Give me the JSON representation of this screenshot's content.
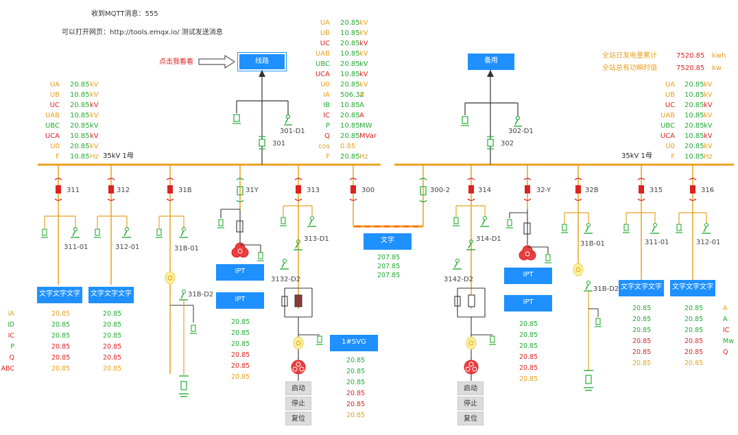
{
  "header": {
    "mqtt_label": "收到MQTT消息：555",
    "open_hint": "可以打开网页：http://tools.emqx.io/  测试发送消息"
  },
  "colors": {
    "bus": "#e8a020",
    "green": "#22aa33",
    "red": "#dd2222",
    "orange": "#e8a020",
    "blue": "#1e90ff",
    "dark": "#333333"
  },
  "top": {
    "line_button": "线路",
    "standby_button": "备用",
    "click_hint": "点击我看看"
  },
  "left_meas": [
    {
      "name": "UA",
      "value": "20.85",
      "unit": "kV",
      "color": "#e8a020"
    },
    {
      "name": "UB",
      "value": "10.85",
      "unit": "kV",
      "color": "#e8a020"
    },
    {
      "name": "UC",
      "value": "20.85",
      "unit": "kV",
      "color": "#dd2222"
    },
    {
      "name": "UAB",
      "value": "10.85",
      "unit": "kV",
      "color": "#e8a020"
    },
    {
      "name": "UBC",
      "value": "20.85",
      "unit": "kV",
      "color": "#22aa33"
    },
    {
      "name": "UCA",
      "value": "10.85",
      "unit": "kV",
      "color": "#dd2222"
    },
    {
      "name": "U0",
      "value": "20.85",
      "unit": "kV",
      "color": "#e8a020"
    },
    {
      "name": "F",
      "value": "10.85",
      "unit": "Hz",
      "color": "#e8a020"
    }
  ],
  "center_meas": [
    {
      "name": "UA",
      "value": "20.85",
      "unit": "kV",
      "color": "#e8a020"
    },
    {
      "name": "UB",
      "value": "10.85",
      "unit": "kV",
      "color": "#e8a020"
    },
    {
      "name": "UC",
      "value": "20.85",
      "unit": "kV",
      "color": "#dd2222"
    },
    {
      "name": "UAB",
      "value": "10.85",
      "unit": "kV",
      "color": "#e8a020"
    },
    {
      "name": "UBC",
      "value": "20.85",
      "unit": "kV",
      "color": "#22aa33"
    },
    {
      "name": "UCA",
      "value": "10.85",
      "unit": "kV",
      "color": "#dd2222"
    },
    {
      "name": "U0",
      "value": "20.85",
      "unit": "kV",
      "color": "#e8a020"
    },
    {
      "name": "IA",
      "value": "506.32",
      "unit": "A",
      "color": "#e8a020"
    },
    {
      "name": "IB",
      "value": "10.85",
      "unit": "A",
      "color": "#22aa33"
    },
    {
      "name": "IC",
      "value": "20.85",
      "unit": "A",
      "color": "#dd2222"
    },
    {
      "name": "P",
      "value": "10.85",
      "unit": "MW",
      "color": "#22aa33"
    },
    {
      "name": "Q",
      "value": "20.85",
      "unit": "MVar",
      "color": "#dd2222"
    },
    {
      "name": "cos",
      "value": "0.85",
      "unit": "",
      "color": "#e8a020"
    },
    {
      "name": "F",
      "value": "20.85",
      "unit": "Hz",
      "color": "#e8a020"
    }
  ],
  "right_meas": [
    {
      "name": "UA",
      "value": "20.85",
      "unit": "kV",
      "color": "#e8a020"
    },
    {
      "name": "UB",
      "value": "10.85",
      "unit": "kV",
      "color": "#e8a020"
    },
    {
      "name": "UC",
      "value": "20.85",
      "unit": "kV",
      "color": "#dd2222"
    },
    {
      "name": "UAB",
      "value": "10.85",
      "unit": "kV",
      "color": "#e8a020"
    },
    {
      "name": "UBC",
      "value": "20.85",
      "unit": "kV",
      "color": "#22aa33"
    },
    {
      "name": "UCA",
      "value": "10.85",
      "unit": "kV",
      "color": "#dd2222"
    },
    {
      "name": "U0",
      "value": "20.85",
      "unit": "kV",
      "color": "#e8a020"
    },
    {
      "name": "F",
      "value": "10.85",
      "unit": "Hz",
      "color": "#e8a020"
    }
  ],
  "station": [
    {
      "label": "全站日发电量累计",
      "value": "7520.85",
      "unit": "kwh"
    },
    {
      "label": "全站总有功瞬时值",
      "value": "7520.85",
      "unit": "kw"
    }
  ],
  "bus_labels": {
    "left": "35kV 1母",
    "right": "35kV 1母"
  },
  "switch_labels": {
    "s301_d1": "301-D1",
    "s301": "301",
    "s302_d1": "302-D1",
    "s302": "302",
    "s311": "311",
    "s312": "312",
    "s31B": "31B",
    "s31Y": "31Y",
    "s313": "313",
    "s300": "300",
    "s300_2": "300-2",
    "s314": "314",
    "s32Y": "32-Y",
    "s32B": "32B",
    "s315": "315",
    "s316": "316",
    "s311_01": "311-01",
    "s312_01": "312-01",
    "s31B_01": "31B-01",
    "s313_d1": "313-D1",
    "s3132_d2": "3132-D2",
    "s31B_d2": "31B-D2",
    "s314_d1": "314-D1",
    "s3142_d2": "3142-D2",
    "s32B_01": "31B-01",
    "s32B_d2": "31B-D2",
    "s315_01": "311-01",
    "s316_01": "312-01"
  },
  "boxes": {
    "text_a": "文字文字文字",
    "text_b": "文字文字文字",
    "ipt1": "IPT",
    "ipt2": "IPT",
    "text_mid": "文字",
    "svg": "1#SVG",
    "ipt3": "IPT",
    "ipt4": "IPT",
    "text_c": "文字文字文字",
    "text_d": "文字文字文字"
  },
  "bottom_left_labels": [
    {
      "text": "IA",
      "color": "#e8a020"
    },
    {
      "text": "ID",
      "color": "#22aa33"
    },
    {
      "text": "IC",
      "color": "#dd2222"
    },
    {
      "text": "P",
      "color": "#22aa33"
    },
    {
      "text": "Q",
      "color": "#dd2222"
    },
    {
      "text": "ABC",
      "color": "#dd2222"
    }
  ],
  "bottom_right_labels": [
    {
      "text": "A",
      "color": "#e8a020"
    },
    {
      "text": "A",
      "color": "#22aa33"
    },
    {
      "text": "IC",
      "color": "#dd2222"
    },
    {
      "text": "Mw",
      "color": "#22aa33"
    },
    {
      "text": "Q",
      "color": "#dd2222"
    }
  ],
  "value_columns": {
    "col_311": [
      {
        "v": "20.85",
        "c": "#e8a020"
      },
      {
        "v": "20.85",
        "c": "#22aa33"
      },
      {
        "v": "20.85",
        "c": "#22aa33"
      },
      {
        "v": "20.85",
        "c": "#dd2222"
      },
      {
        "v": "20.85",
        "c": "#dd2222"
      },
      {
        "v": "20.85",
        "c": "#e8a020"
      }
    ],
    "col_312": [
      {
        "v": "20.85",
        "c": "#22aa33"
      },
      {
        "v": "20.85",
        "c": "#22aa33"
      },
      {
        "v": "20.85",
        "c": "#22aa33"
      },
      {
        "v": "20.85",
        "c": "#dd2222"
      },
      {
        "v": "20.85",
        "c": "#dd2222"
      },
      {
        "v": "20.85",
        "c": "#e8a020"
      }
    ],
    "col_31Y": [
      {
        "v": "20.85",
        "c": "#22aa33"
      },
      {
        "v": "20.85",
        "c": "#22aa33"
      },
      {
        "v": "20.85",
        "c": "#22aa33"
      },
      {
        "v": "20.85",
        "c": "#dd2222"
      },
      {
        "v": "20.85",
        "c": "#dd2222"
      },
      {
        "v": "20.85",
        "c": "#e8a020"
      }
    ],
    "col_mid": [
      {
        "v": "207.85",
        "c": "#22aa33"
      },
      {
        "v": "207.85",
        "c": "#22aa33"
      },
      {
        "v": "207.85",
        "c": "#22aa33"
      }
    ],
    "col_svg": [
      {
        "v": "20.85",
        "c": "#22aa33"
      },
      {
        "v": "20.85",
        "c": "#22aa33"
      },
      {
        "v": "20.85",
        "c": "#22aa33"
      },
      {
        "v": "20.85",
        "c": "#dd2222"
      },
      {
        "v": "20.85",
        "c": "#dd2222"
      },
      {
        "v": "20.85",
        "c": "#e8a020"
      }
    ],
    "col_32Y": [
      {
        "v": "20.85",
        "c": "#22aa33"
      },
      {
        "v": "20.85",
        "c": "#22aa33"
      },
      {
        "v": "20.85",
        "c": "#22aa33"
      },
      {
        "v": "20.85",
        "c": "#dd2222"
      },
      {
        "v": "20.85",
        "c": "#dd2222"
      },
      {
        "v": "20.85",
        "c": "#e8a020"
      }
    ],
    "col_315": [
      {
        "v": "20.85",
        "c": "#22aa33"
      },
      {
        "v": "20.85",
        "c": "#22aa33"
      },
      {
        "v": "20.85",
        "c": "#22aa33"
      },
      {
        "v": "20.85",
        "c": "#dd2222"
      },
      {
        "v": "20.85",
        "c": "#dd2222"
      },
      {
        "v": "20.85",
        "c": "#e8a020"
      }
    ],
    "col_316": [
      {
        "v": "20.85",
        "c": "#22aa33"
      },
      {
        "v": "20.85",
        "c": "#22aa33"
      },
      {
        "v": "20.85",
        "c": "#22aa33"
      },
      {
        "v": "20.85",
        "c": "#dd2222"
      },
      {
        "v": "20.85",
        "c": "#dd2222"
      },
      {
        "v": "20.85",
        "c": "#e8a020"
      }
    ]
  },
  "controls_left": [
    "启动",
    "停止",
    "复位"
  ],
  "controls_right": [
    "启动",
    "停止",
    "复位"
  ]
}
